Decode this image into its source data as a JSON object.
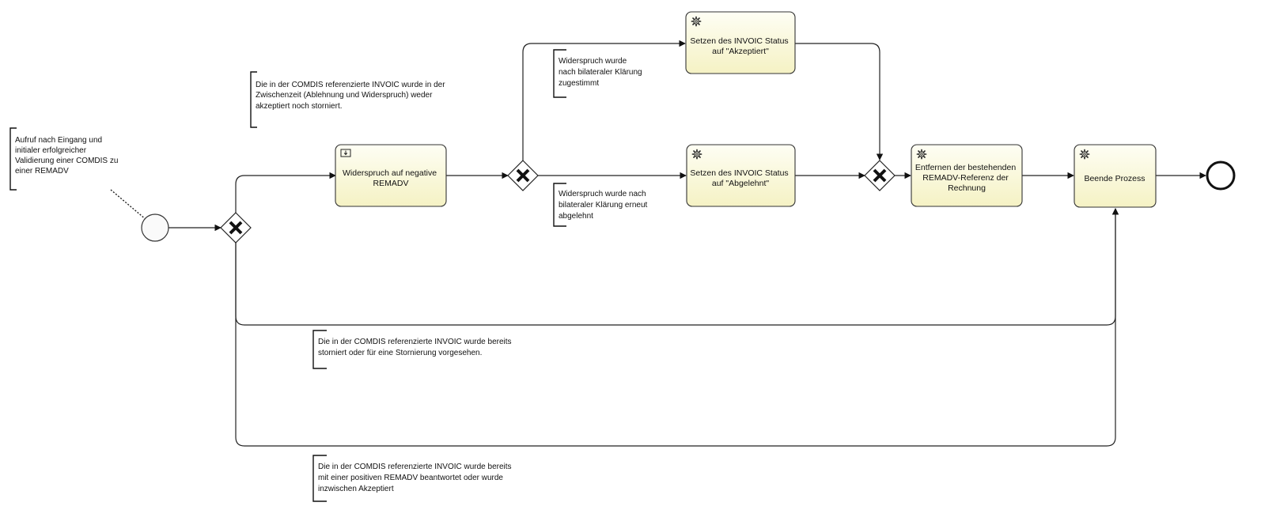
{
  "annotations": {
    "start_note": [
      "Aufruf nach Eingang und",
      "initialer erfolgreicher",
      "Validierung einer COMDIS zu",
      "einer REMADV"
    ],
    "interim_note": [
      "Die in der COMDIS referenzierte INVOIC wurde in der",
      "Zwischenzeit (Ablehnung und Widerspruch) weder",
      "akzeptiert noch storniert."
    ],
    "accepted_note": [
      "Widerspruch wurde",
      "nach bilateraler Klärung",
      "zugestimmt"
    ],
    "rejected_note": [
      "Widerspruch wurde nach",
      "bilateraler Klärung erneut",
      "abgelehnt"
    ],
    "cancelled_note": [
      "Die in der COMDIS referenzierte INVOIC wurde bereits",
      "storniert oder für eine Stornierung vorgesehen."
    ],
    "positive_note": [
      "Die in der COMDIS referenzierte INVOIC wurde bereits",
      "mit einer positiven REMADV beantwortet oder wurde",
      "inzwischen Akzeptiert"
    ]
  },
  "tasks": {
    "widerspruch": [
      "Widerspruch auf negative",
      "REMADV"
    ],
    "akzeptiert": [
      "Setzen des INVOIC Status",
      "auf \"Akzeptiert\""
    ],
    "abgelehnt": [
      "Setzen des INVOIC Status",
      "auf \"Abgelehnt\""
    ],
    "entfernen": [
      "Entfernen der bestehenden",
      "REMADV-Referenz der",
      "Rechnung"
    ],
    "beende": [
      "Beende Prozess"
    ]
  },
  "icons": {
    "service_task": "gear-icon",
    "user_task": "send-task-icon",
    "gateway": "exclusive-x-icon"
  },
  "colors": {
    "task_fill_top": "#fefef4",
    "task_fill_bottom": "#f5f2c4"
  }
}
